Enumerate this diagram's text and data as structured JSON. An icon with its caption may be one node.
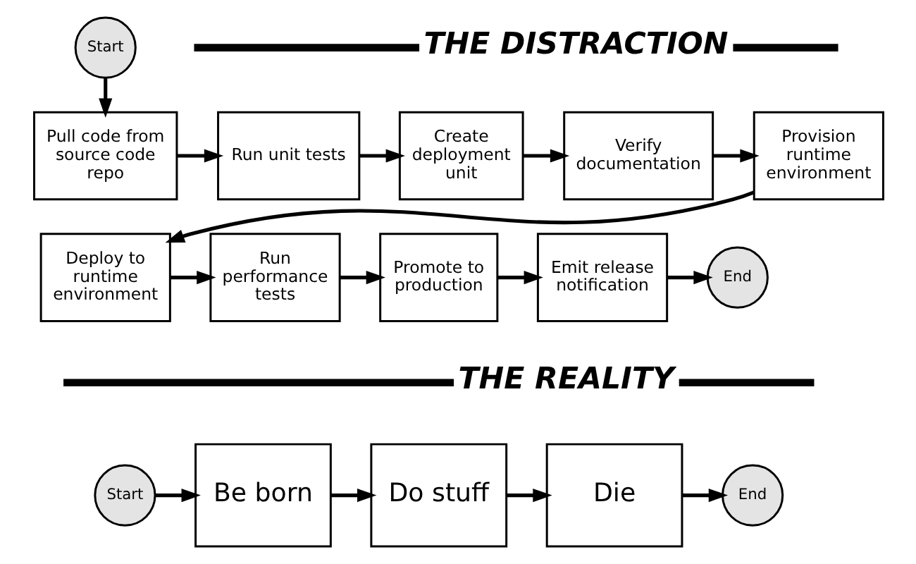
{
  "diagram": {
    "nodes": [
      {
        "text": [
          "Start"
        ]
      },
      {
        "text": [
          "Pull code from source code repo"
        ]
      },
      {
        "text": [
          "Run unit tests"
        ]
      },
      {
        "text": [
          "Create deployment unit"
        ]
      },
      {
        "text": [
          "Verify documentation"
        ]
      },
      {
        "text": [
          "Provision runtime environment"
        ]
      },
      {
        "text": [
          "Deploy to runtime environment"
        ]
      },
      {
        "text": [
          "Run performance tests"
        ]
      },
      {
        "text": [
          "Promote to production"
        ]
      },
      {
        "text": [
          "Emit release notification"
        ]
      },
      {
        "text": [
          "End"
        ]
      },
      {
        "text": [
          "Start"
        ]
      },
      {
        "text": [
          "Be born"
        ]
      },
      {
        "text": [
          "Do stuff"
        ]
      },
      {
        "text": [
          "Die"
        ]
      },
      {
        "text": [
          "End"
        ]
      }
    ],
    "edges": [
      {
        "from": 0,
        "to": 1,
        "arrow": "to"
      },
      {
        "from": 1,
        "to": 2,
        "arrow": "to"
      },
      {
        "from": 2,
        "to": 3,
        "arrow": "to"
      },
      {
        "from": 3,
        "to": 4,
        "arrow": "to"
      },
      {
        "from": 4,
        "to": 5,
        "arrow": "to"
      },
      {
        "from": 5,
        "to": 6,
        "arrow": "to"
      },
      {
        "from": 6,
        "to": 7,
        "arrow": "to"
      },
      {
        "from": 7,
        "to": 8,
        "arrow": "to"
      },
      {
        "from": 8,
        "to": 9,
        "arrow": "to"
      },
      {
        "from": 9,
        "to": 10,
        "arrow": "to"
      },
      {
        "from": 11,
        "to": 12,
        "arrow": "to"
      },
      {
        "from": 12,
        "to": 13,
        "arrow": "to"
      },
      {
        "from": 13,
        "to": 14,
        "arrow": "to"
      },
      {
        "from": 14,
        "to": 15,
        "arrow": "to"
      }
    ],
    "labels": [
      "THE DISTRACTION",
      "THE REALITY"
    ]
  }
}
